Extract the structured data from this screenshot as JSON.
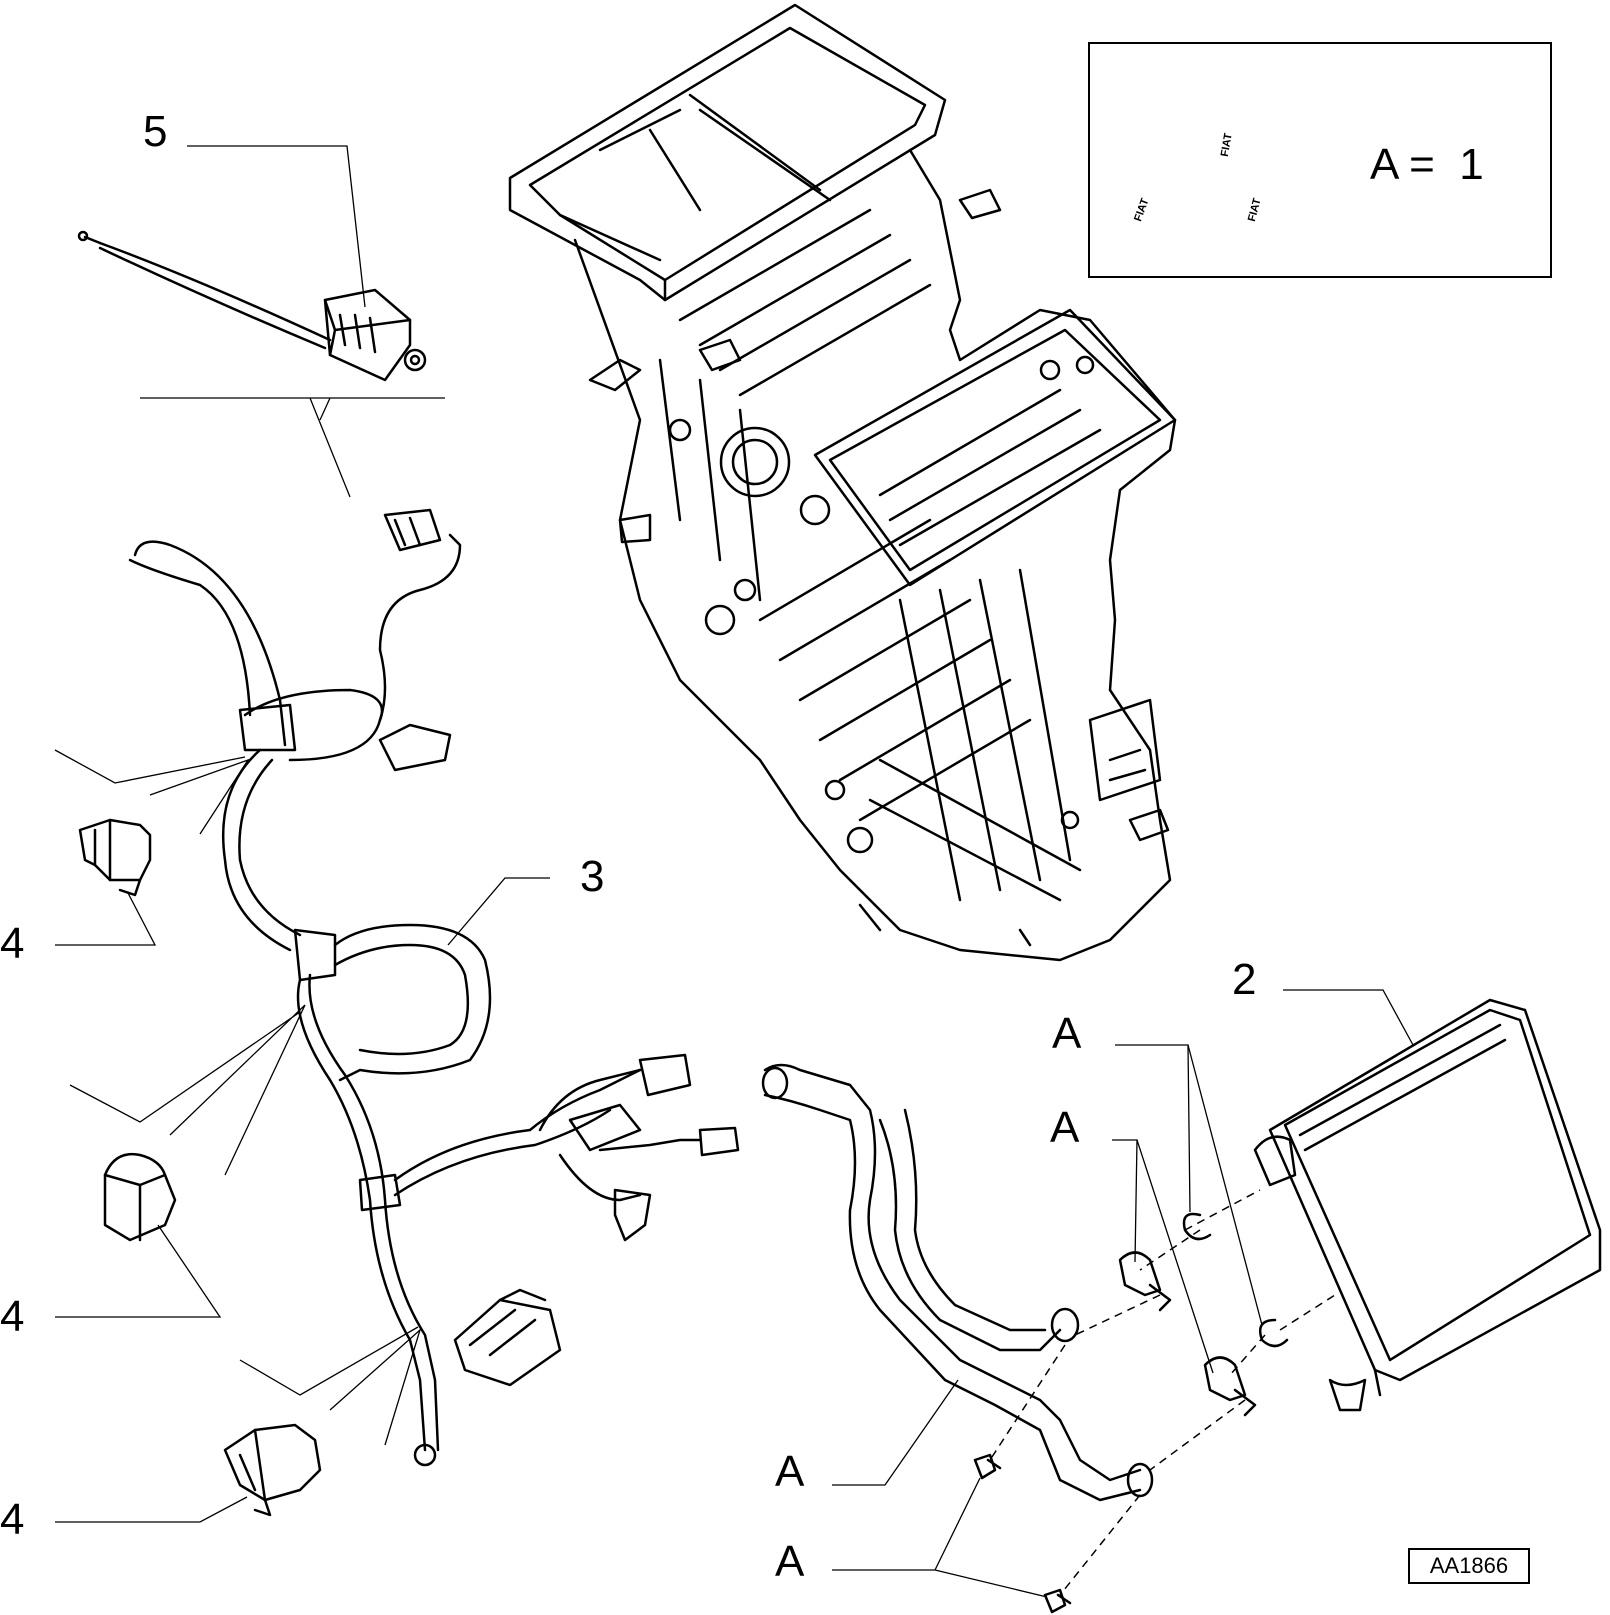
{
  "callouts": {
    "c5": "5",
    "c3": "3",
    "c2": "2",
    "c4a": "4",
    "c4b": "4",
    "c4c": "4",
    "cA_top": "A",
    "cA_mid": "A",
    "cA_pipe": "A",
    "cA_bottom": "A"
  },
  "legend": {
    "text": "A =  1",
    "brand_label": "FIAT",
    "icon": "fiat-kit-icon"
  },
  "drawing_code": "AA1866",
  "colors": {
    "line": "#000000",
    "background": "#ffffff"
  }
}
